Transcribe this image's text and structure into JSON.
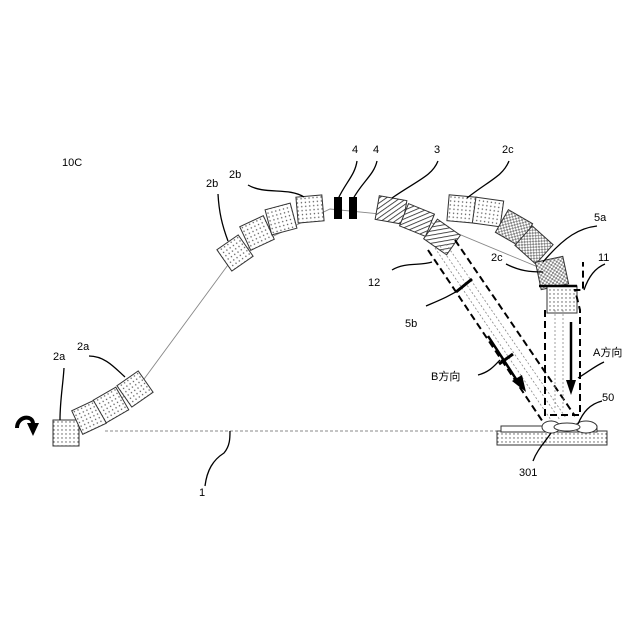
{
  "figure_id": "10C",
  "labels": {
    "beam_line": "1",
    "group_2a": "2a",
    "group_2b": "2b",
    "group_2c": "2c",
    "scanner": "3",
    "steering": "4",
    "path_5a": "5a",
    "path_5b": "5b",
    "axis_11": "11",
    "axis_12": "12",
    "target": "50",
    "table": "301",
    "direction_a": "A方向",
    "direction_b": "B方向"
  }
}
